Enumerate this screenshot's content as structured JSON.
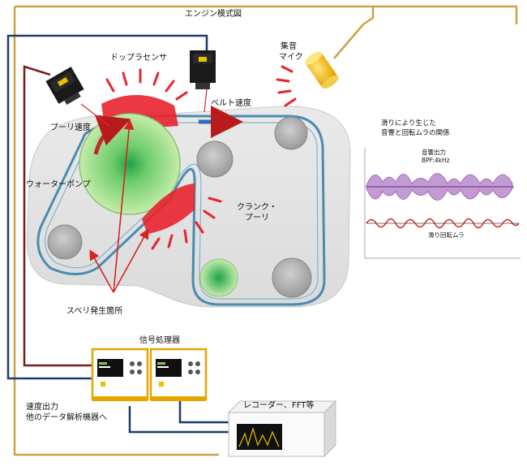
{
  "diagram": {
    "frame_title": "エンジン模式図",
    "doppler_sensor": "ドップラセンサ",
    "mic": [
      "集音",
      "マイク"
    ],
    "pulley_speed": "プーリ速度",
    "belt_speed": "ベルト速度",
    "water_pump": "ウォーターポンプ",
    "crank_pulley": [
      "クランク・",
      "プーリ"
    ],
    "slip_points": "スベリ発生箇所",
    "signal_processor": "信号処理器",
    "speed_output": [
      "速度出力",
      "他のデータ解析機器へ"
    ],
    "recorder": "レコーダー、FFT等",
    "graph": {
      "title": [
        "滑りにより生じた",
        "音響と回転ムラの関係"
      ],
      "sound_output": [
        "音響出力",
        "BPF:4kHz"
      ],
      "slip_rotation": "滑り回転ムラ"
    }
  },
  "colors": {
    "frame": "#c8a448",
    "cable_blue": "#1c3d6a",
    "cable_red": "#7a1c1c",
    "belt": "#4a8cb0",
    "engine_block": "#e6e6e6",
    "pump": "#a9de8c",
    "hotspot": "#e8242e",
    "sound_wave": "#9b59b6",
    "rotation_wave": "#d42424"
  },
  "icons": [
    "doppler-sensor-icon",
    "microphone-icon",
    "signal-processor-icon",
    "recorder-icon"
  ]
}
